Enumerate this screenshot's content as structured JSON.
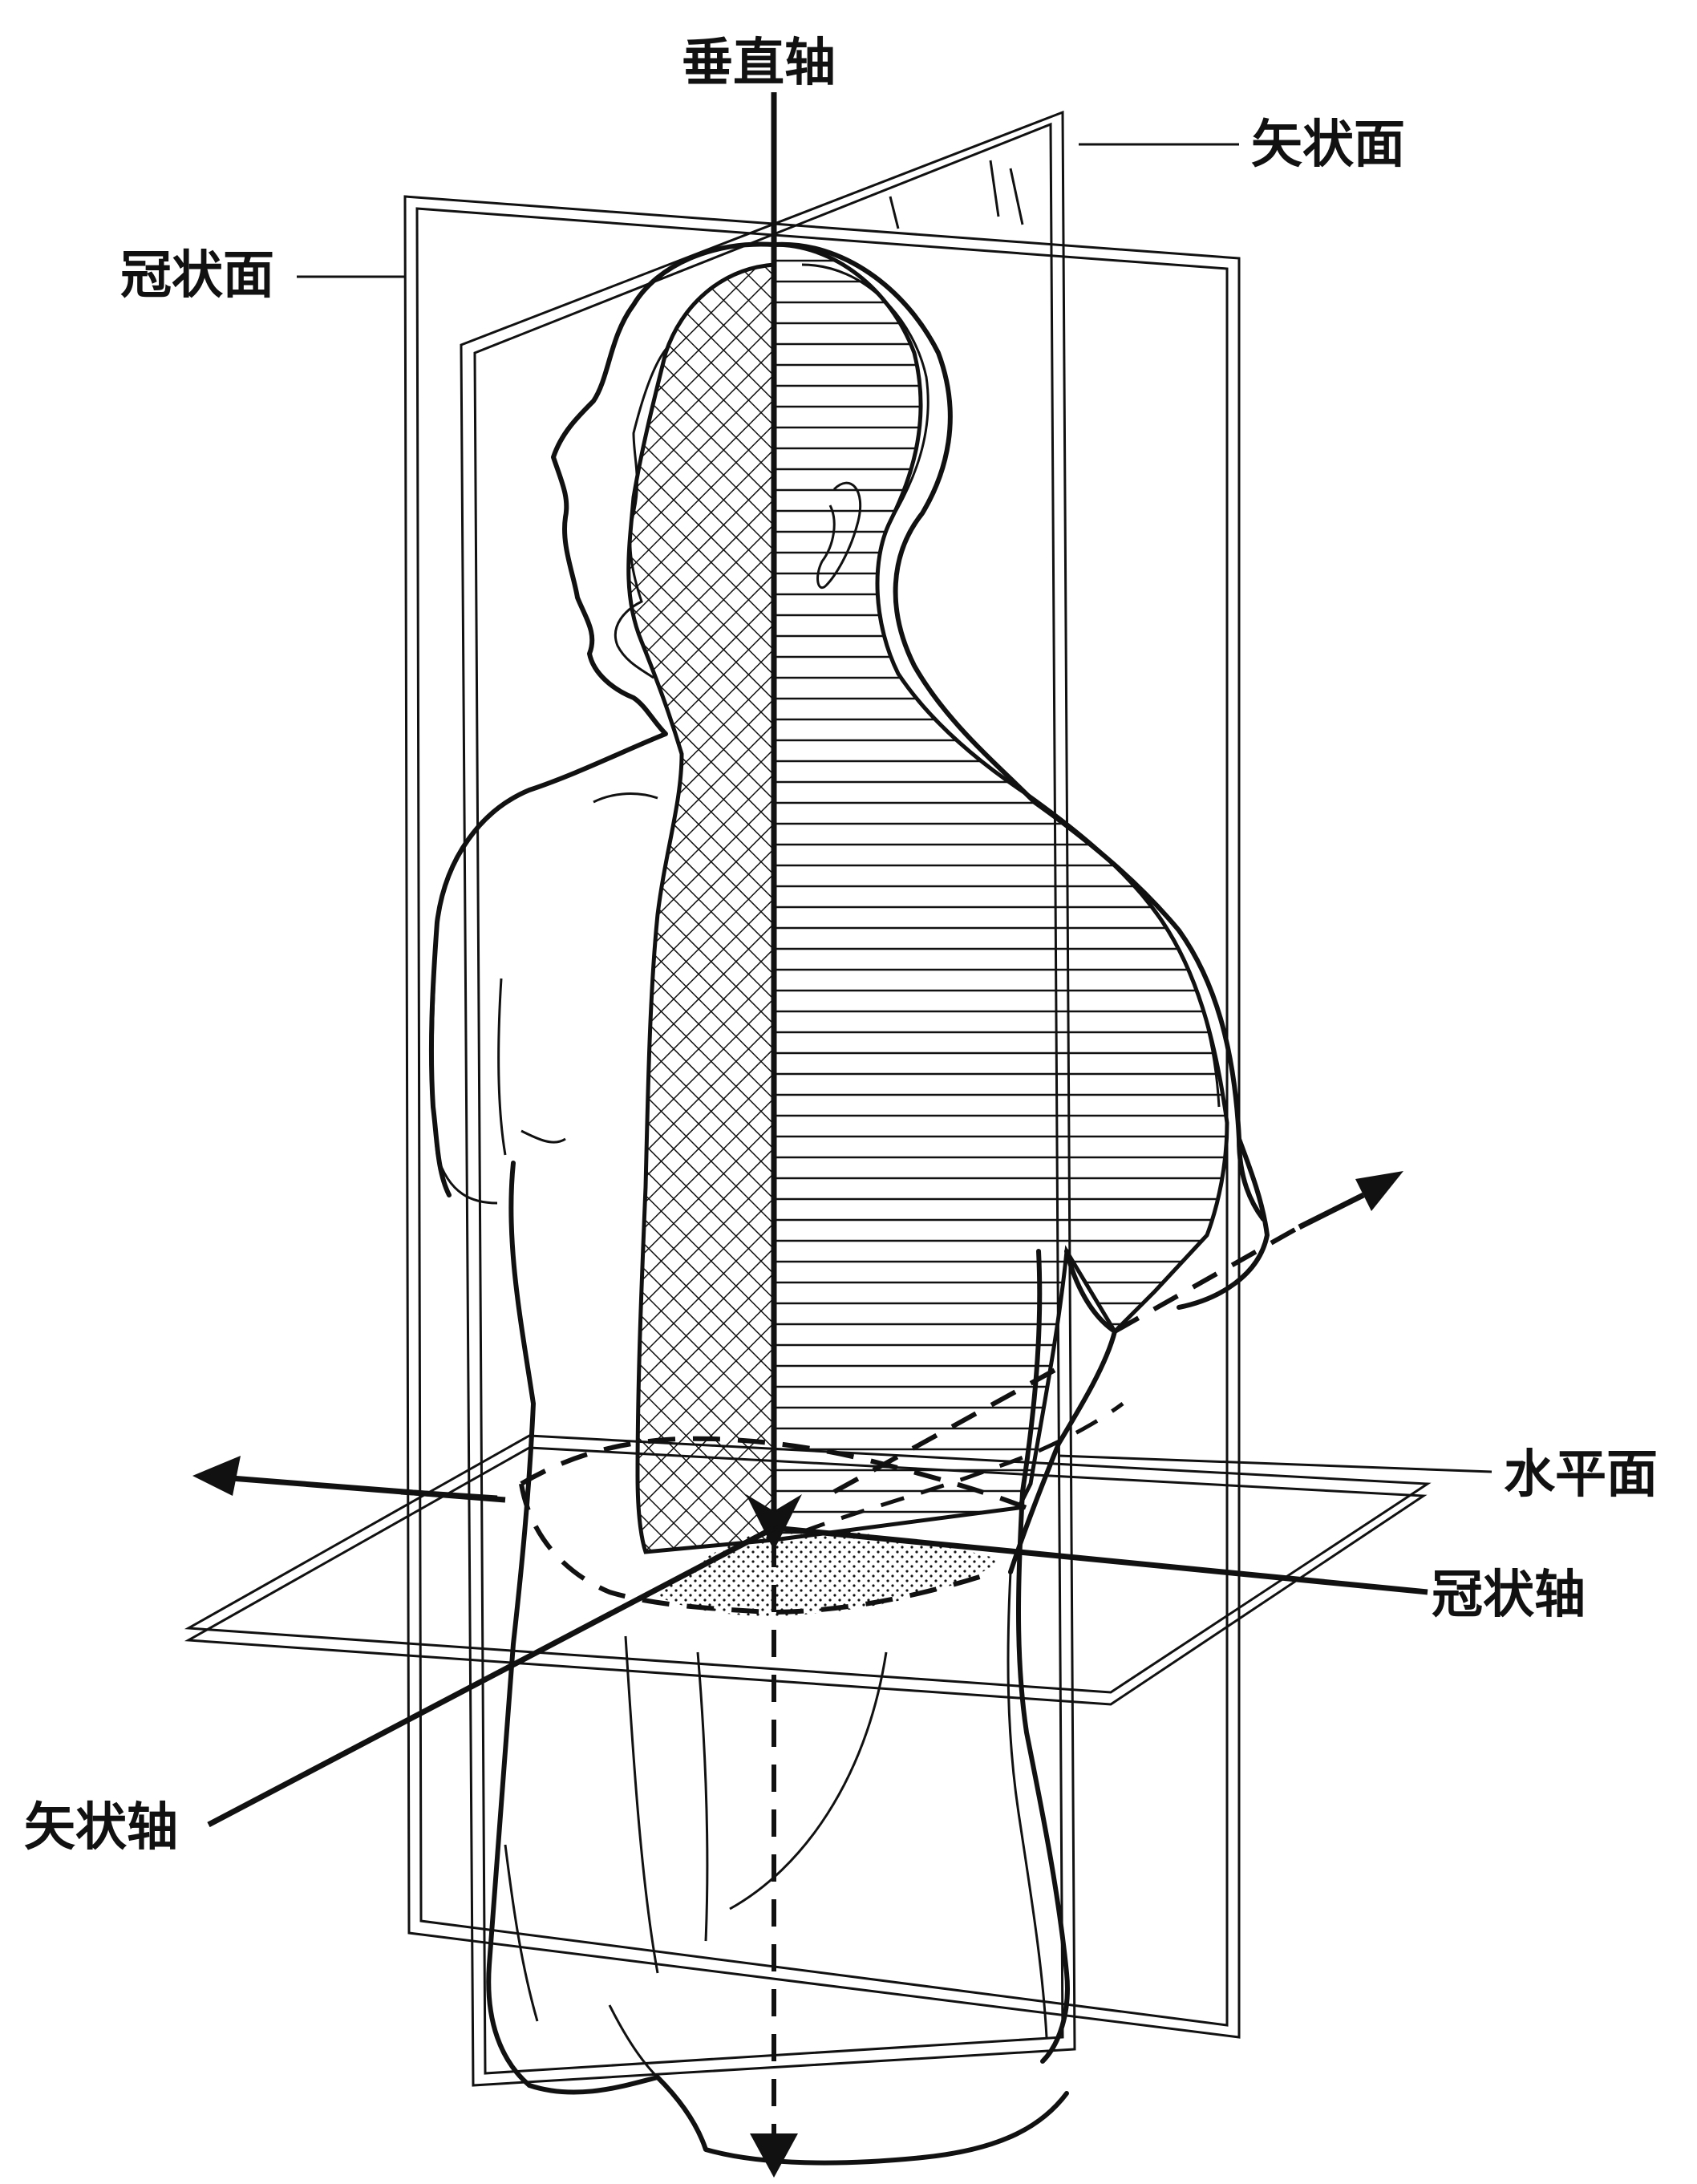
{
  "labels": {
    "vertical_axis": "垂直轴",
    "sagittal_plane": "矢状面",
    "coronal_plane": "冠状面",
    "horizontal_plane": "水平面",
    "coronal_axis": "冠状轴",
    "sagittal_axis": "矢状轴"
  }
}
